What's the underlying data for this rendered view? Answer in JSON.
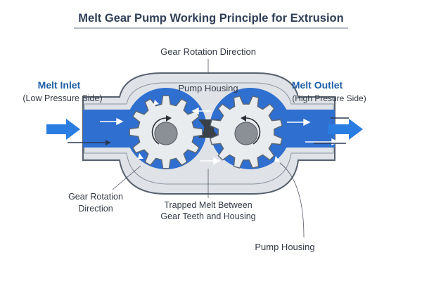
{
  "title": "Melt Gear Pump Working Principle for Extrusion",
  "labels": {
    "top_rotation": "Gear Rotation Direction",
    "housing_inner": "Pump Housing",
    "inlet_title": "Melt Inlet",
    "inlet_sub": "(Low Pressure  Side)",
    "outlet_title": "Melt Outlet",
    "outlet_sub": "(High Presure Side)",
    "rotation_line1": "Gear Rotation",
    "rotation_line2": "Direction",
    "trapped_line1": "Trapped Melt Between",
    "trapped_line2": "Gear Teeth and Housing",
    "housing_bottom": "Pump Housing"
  },
  "colors": {
    "title": "#2f3f55",
    "accent_text": "#1f5fa8",
    "label": "#333a45",
    "housing_fill": "#dfe3e8",
    "housing_stroke": "#56606c",
    "melt_blue": "#2f6fd0",
    "arrow_blue": "#2a7de1",
    "gear_fill": "#e9ecef",
    "hub_fill": "#8b9097"
  }
}
